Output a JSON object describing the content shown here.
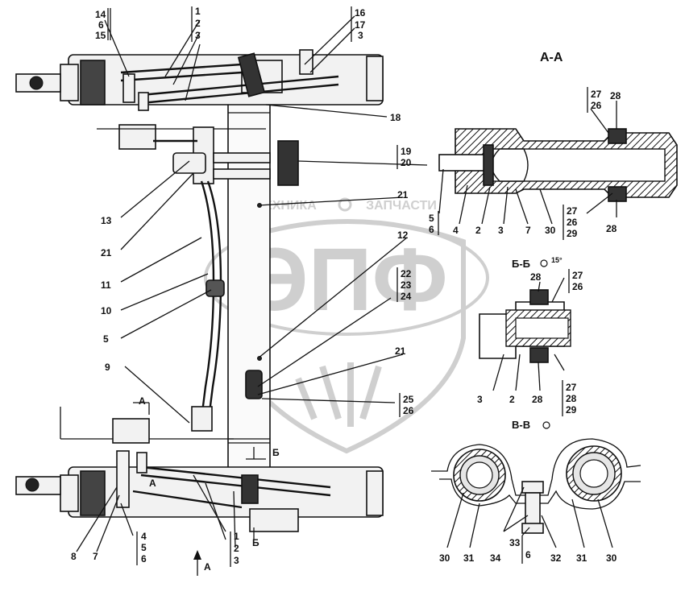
{
  "views": {
    "aa": "А-А",
    "bb": "Б-Б",
    "bb_angle": "15°",
    "vv": "В-В",
    "arrow_a": "А",
    "section_b": "Б"
  },
  "watermark": {
    "logo": "ЭПФ",
    "text_left": "ТЕХНИКА",
    "text_right": "ЗАПЧАСТИ"
  },
  "labels": [
    "14",
    "6",
    "15",
    "1",
    "2",
    "3",
    "16",
    "17",
    "3",
    "18",
    "19",
    "20",
    "21",
    "13",
    "12",
    "21",
    "11",
    "22",
    "23",
    "24",
    "10",
    "5",
    "9",
    "21",
    "25",
    "26",
    "8",
    "7",
    "4",
    "5",
    "6",
    "1",
    "2",
    "3",
    "27",
    "26",
    "28",
    "5",
    "6",
    "4",
    "2",
    "3",
    "7",
    "30",
    "27",
    "26",
    "29",
    "28",
    "28",
    "27",
    "26",
    "3",
    "2",
    "28",
    "27",
    "28",
    "29",
    "30",
    "31",
    "34",
    "33",
    "6",
    "32",
    "31",
    "30"
  ]
}
